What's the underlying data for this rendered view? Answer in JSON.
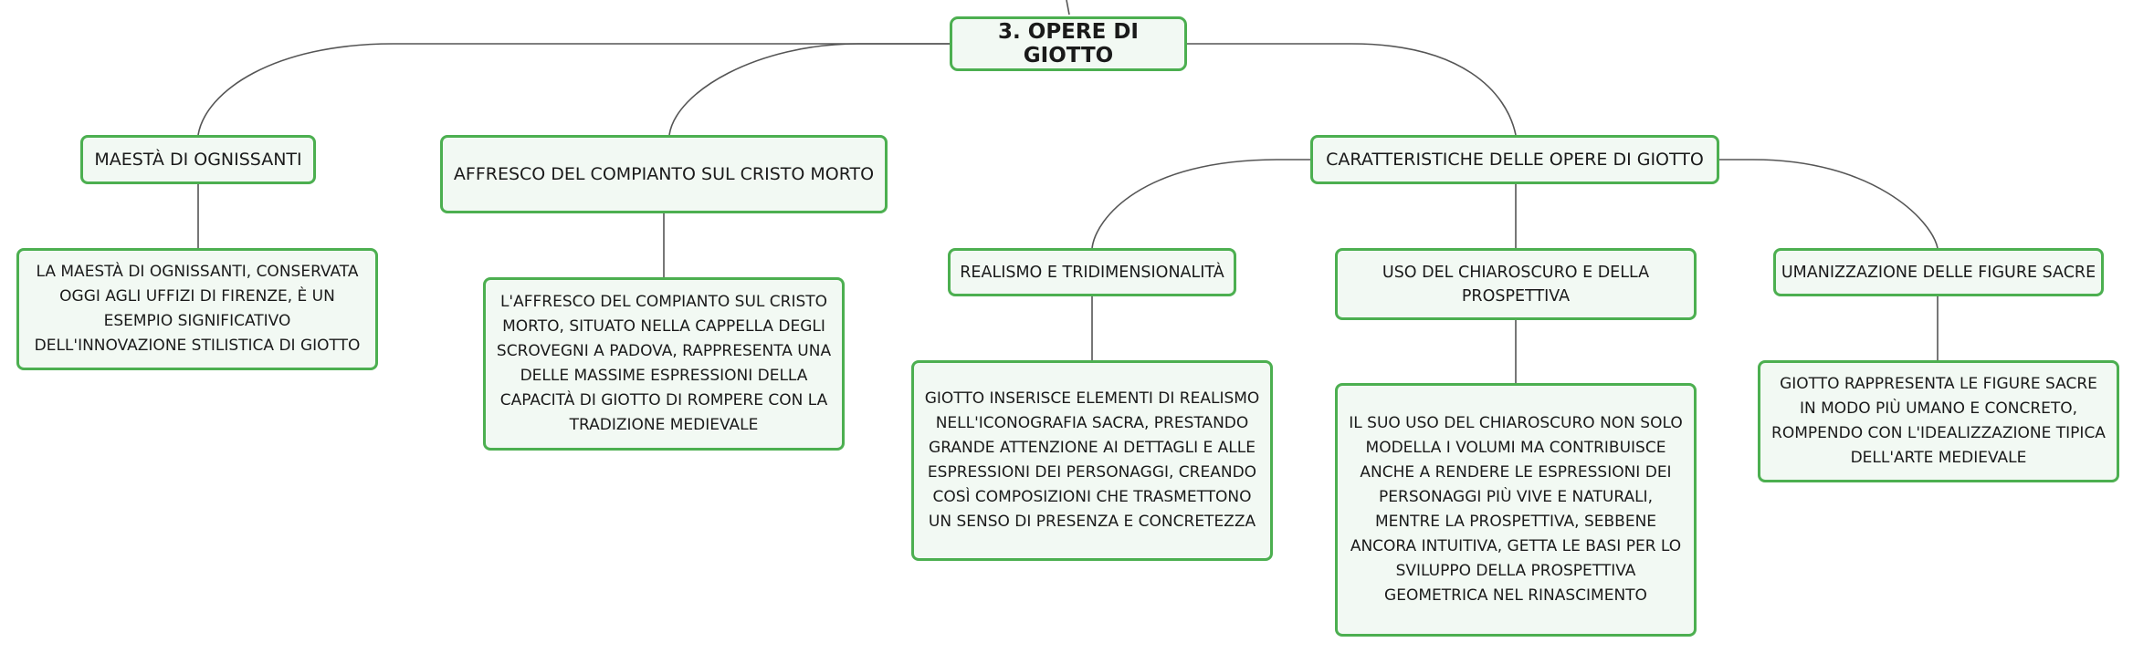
{
  "diagram": {
    "root": {
      "label": "3. OPERE DI GIOTTO"
    },
    "maesta": {
      "title": "MAESTÀ DI OGNISSANTI",
      "description": "LA MAESTÀ DI OGNISSANTI, CONSERVATA OGGI AGLI UFFIZI DI FIRENZE, È UN ESEMPIO SIGNIFICATIVO DELL'INNOVAZIONE STILISTICA DI GIOTTO"
    },
    "compianto": {
      "title": "AFFRESCO DEL COMPIANTO SUL CRISTO MORTO",
      "description": "L'AFFRESCO DEL COMPIANTO SUL CRISTO MORTO, SITUATO NELLA CAPPELLA DEGLI SCROVEGNI A PADOVA, RAPPRESENTA UNA DELLE MASSIME ESPRESSIONI DELLA CAPACITÀ DI GIOTTO DI ROMPERE CON LA TRADIZIONE MEDIEVALE"
    },
    "caratteristiche": {
      "title": "CARATTERISTICHE DELLE OPERE DI GIOTTO",
      "realismo": {
        "title": "REALISMO E TRIDIMENSIONALITÀ",
        "description": "GIOTTO INSERISCE ELEMENTI DI REALISMO NELL'ICONOGRAFIA SACRA, PRESTANDO GRANDE ATTENZIONE AI DETTAGLI E ALLE ESPRESSIONI DEI PERSONAGGI, CREANDO COSÌ COMPOSIZIONI CHE TRASMETTONO UN SENSO DI PRESENZA E CONCRETEZZA"
      },
      "chiaroscuro": {
        "title": "USO DEL CHIAROSCURO E DELLA PROSPETTIVA",
        "description": "IL SUO USO DEL CHIAROSCURO NON SOLO MODELLA I VOLUMI MA CONTRIBUISCE ANCHE A RENDERE LE ESPRESSIONI DEI PERSONAGGI PIÙ VIVE E NATURALI, MENTRE LA PROSPETTIVA, SEBBENE ANCORA INTUITIVA, GETTA LE BASI PER LO SVILUPPO DELLA PROSPETTIVA GEOMETRICA NEL RINASCIMENTO"
      },
      "umanizzazione": {
        "title": "UMANIZZAZIONE DELLE FIGURE SACRE",
        "description": "GIOTTO RAPPRESENTA LE FIGURE SACRE IN MODO PIÙ UMANO E CONCRETO, ROMPENDO CON L'IDEALIZZAZIONE TIPICA DELL'ARTE MEDIEVALE"
      }
    },
    "colors": {
      "node_border": "#4caf50",
      "node_fill": "#f2f9f3",
      "connector": "#555555",
      "text": "#1a1a1a"
    }
  }
}
